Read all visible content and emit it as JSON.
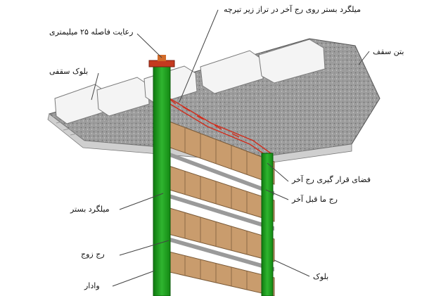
{
  "labels": {
    "mesh_top": "میلگرد بستر روی رج آخر در تراز زیر تیرچه",
    "gap_25": "رعایت فاصله ۲۵ میلیمتری",
    "roof_block": "بلوک سقفی",
    "roof_concrete": "بتن سقف",
    "last_row_space": "فضای قرار گیری رج آخر",
    "row_before_last": "رج ما قبل آخر",
    "bed_rebar": "میلگرد بستر",
    "even_row": "رج زوج",
    "block": "بلوک",
    "vadar": "وادار"
  },
  "colors": {
    "green_post": "#1f9a1f",
    "block_fill": "#caa277",
    "red_mesh": "#d02d1c",
    "slab": "#b4b4b4"
  }
}
